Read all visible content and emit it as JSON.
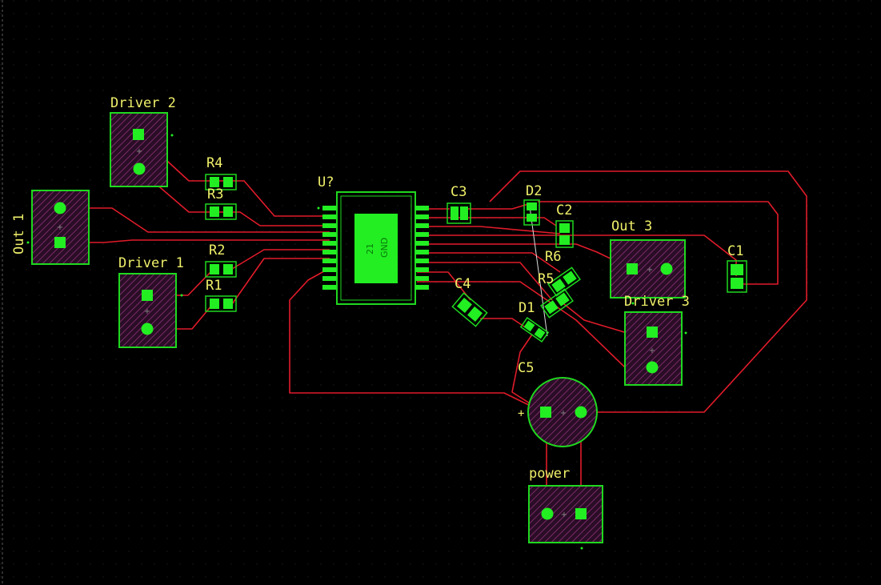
{
  "colors": {
    "background": "#000000",
    "grid": "#1c1c1c",
    "trace": "#e01b2a",
    "pad": "#22ee22",
    "outline": "#1fd81f",
    "hatch": "#5a1c4e",
    "silkscreen": "#f0f06a"
  },
  "components": {
    "driver2": "Driver 2",
    "out1": "Out 1",
    "driver1": "Driver 1",
    "r4": "R4",
    "r3": "R3",
    "r2": "R2",
    "r1": "R1",
    "u": "U?",
    "c3": "C3",
    "d2": "D2",
    "c2": "C2",
    "out3": "Out 3",
    "c1": "C1",
    "r6": "R6",
    "r5": "R5",
    "c4": "C4",
    "d1": "D1",
    "driver3": "Driver 3",
    "c5": "C5",
    "power": "power"
  },
  "ic_pad_labels": {
    "pin": "21",
    "net": "GND"
  },
  "c5_polarity": "+"
}
